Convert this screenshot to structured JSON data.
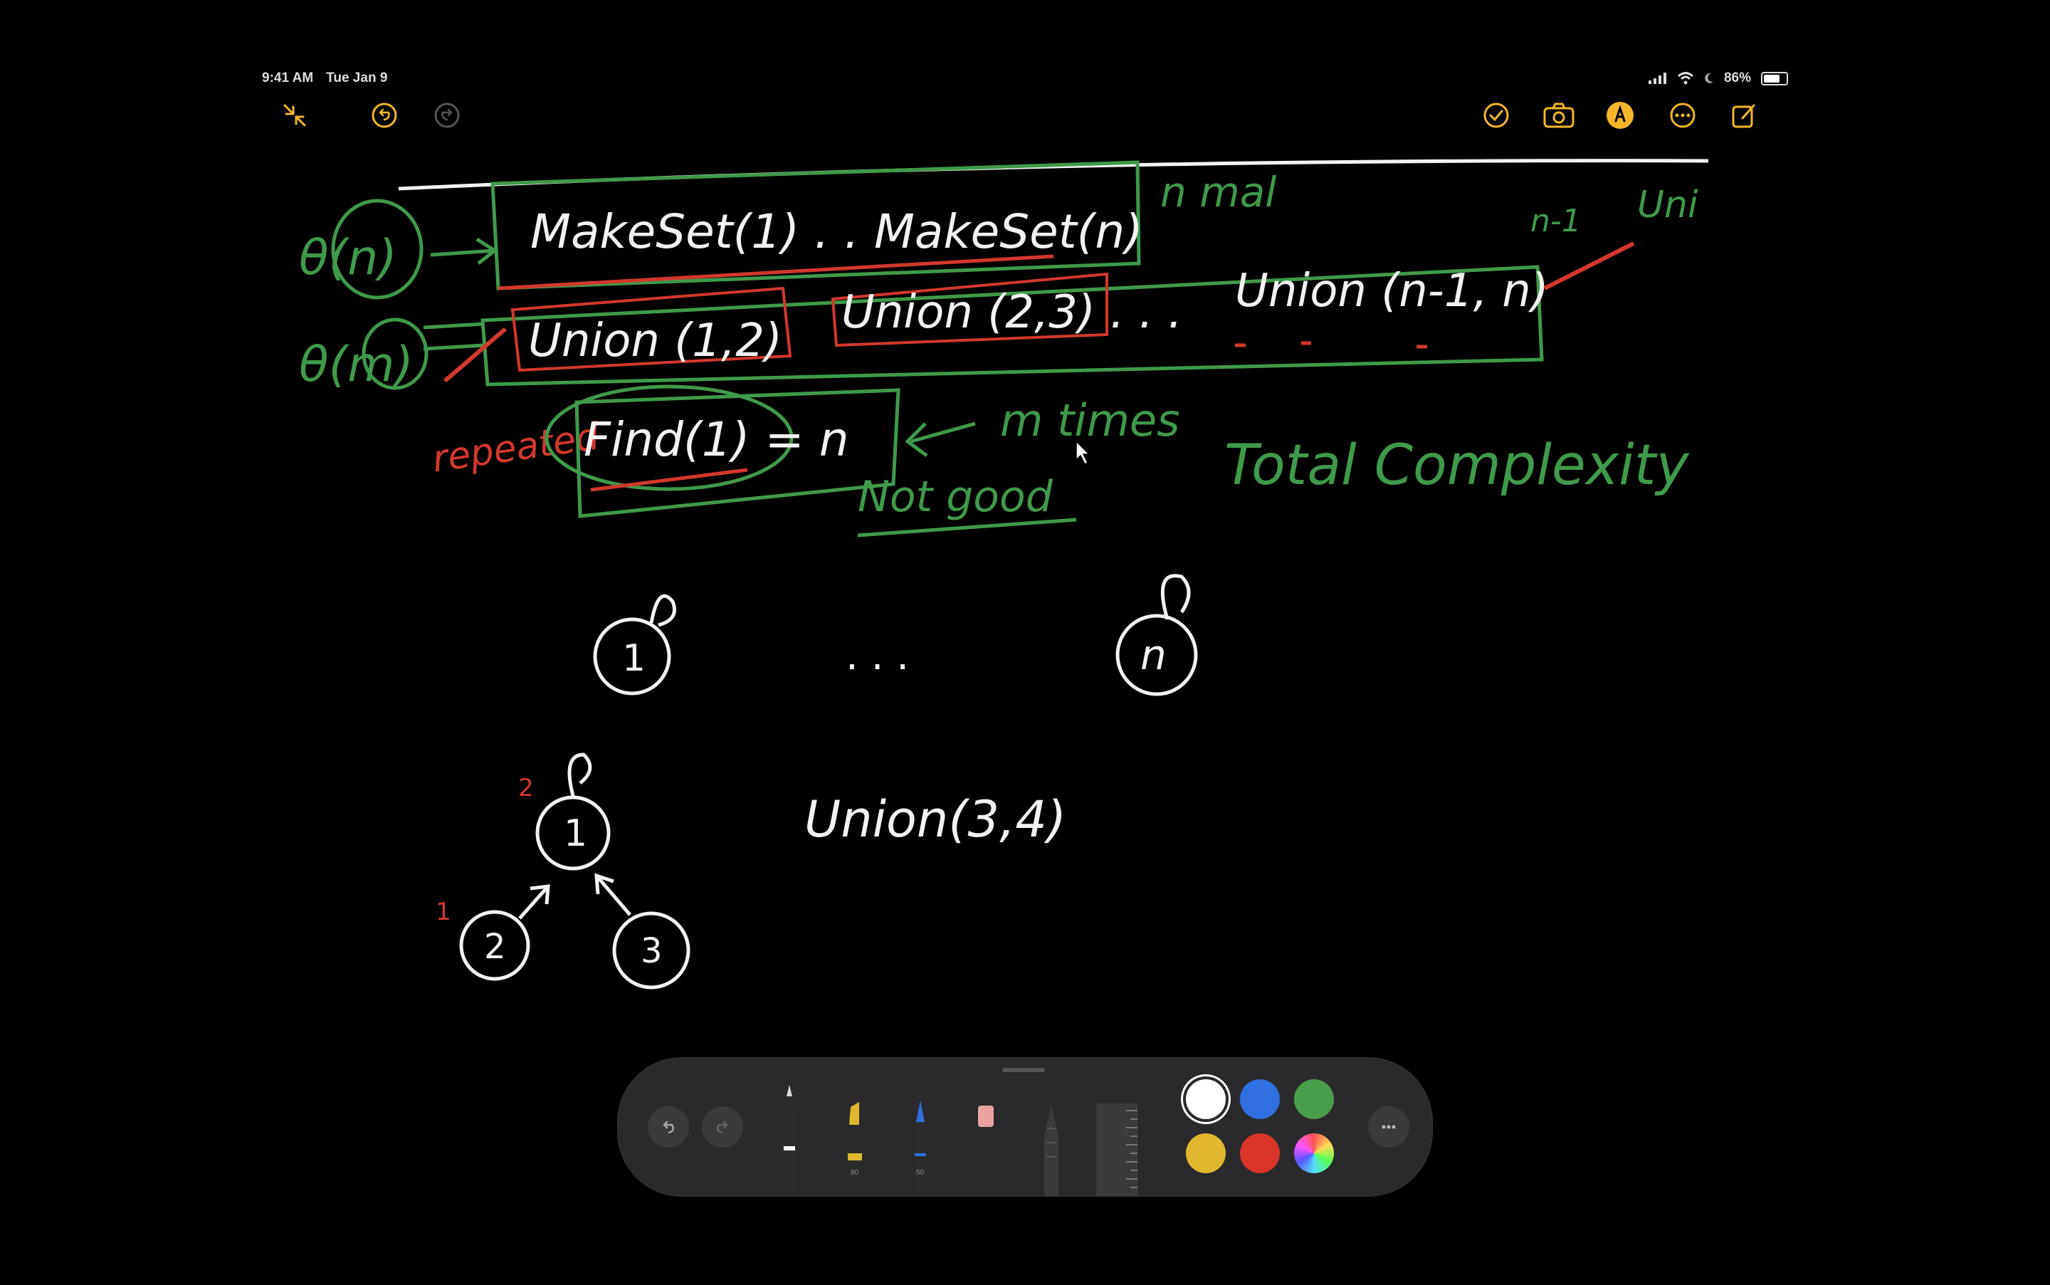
{
  "status_bar": {
    "time": "9:41 AM",
    "date": "Tue Jan 9",
    "battery": "86%",
    "battery_level": 0.86
  },
  "top_toolbar": {
    "left": [
      "collapse-icon",
      "undo-icon",
      "redo-icon"
    ],
    "right": [
      "checkmark-icon",
      "camera-icon",
      "markup-icon",
      "more-icon",
      "compose-icon"
    ],
    "accent": "#f5b62a"
  },
  "notes": {
    "row1_complexity": "θ(n)",
    "row1_calls": "MakeSet(1) . .   MakeSet(n)",
    "row1_annotation": "n mal",
    "row2_complexity": "θ(m)",
    "row2_call_first": "Union (1,2)",
    "row2_call_second": "Union (2,3) . . .",
    "row2_call_last": "Union (n-1, n)",
    "row2_annotation_count": "n-1",
    "row2_annotation": "Uni",
    "repeated_label": "repeated",
    "find_call": "Find(1) = n",
    "times_label": "m times",
    "not_good_label": "Not good",
    "total_label": "Total Complexity",
    "node_one": "1",
    "node_n": "n",
    "ellipsis": ". . .",
    "tree_root": "1",
    "tree_left": "2",
    "tree_right": "3",
    "rank_root": "2",
    "rank_leaf": "1",
    "union_example": "Union(3,4)"
  },
  "ink_colors": {
    "white": "#f2f2f2",
    "green": "#3f9a4a",
    "red": "#d3382c"
  },
  "drawing_toolbar": {
    "tools": [
      "pen-tool",
      "highlighter-tool",
      "fineliner-tool",
      "eraser-tool",
      "pencil-tool",
      "ruler-tool"
    ],
    "pen_width_label_1": "80",
    "pen_width_label_2": "50",
    "colors": [
      "#ffffff",
      "#2f6fe0",
      "#4a9d4a",
      "#e0b830",
      "#d9342a"
    ],
    "selected_color": "#ffffff"
  }
}
